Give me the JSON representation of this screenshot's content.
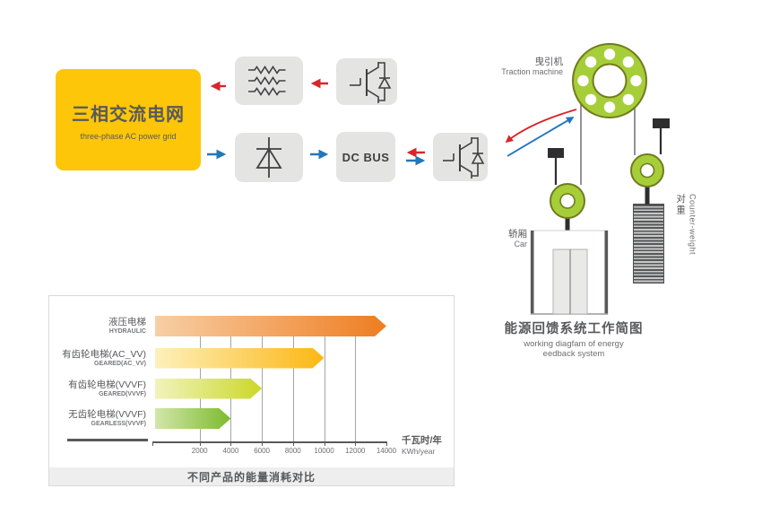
{
  "diagram": {
    "grid_box": {
      "title": "三相交流电网",
      "subtitle": "three-phase AC power grid"
    },
    "dc_bus": {
      "label": "DC BUS"
    },
    "traction": {
      "zh": "曳引机",
      "en": "Traction machine"
    },
    "car": {
      "zh": "轿厢",
      "en": "Car"
    },
    "counterweight": {
      "zh": "对重",
      "en": "Counter-weight"
    },
    "caption": {
      "zh": "能源回馈系统工作简图",
      "en1": "working diagfam of energy",
      "en2": "eedback system"
    },
    "icons": [
      "resistor-bank-icon",
      "igbt-icon",
      "diode-icon",
      "igbt-icon",
      "traction-wheel",
      "car-pulley",
      "counterweight-pulley",
      "rope-anchor"
    ],
    "colors": {
      "grid_yellow": "#fdc608",
      "box_gray": "#e4e4e3",
      "arrow_red": "#d8262c",
      "arrow_blue": "#2276bc",
      "pulley_green": "#a6ce39",
      "pulley_outline": "#727b1d",
      "symbol_dark": "#414042"
    }
  },
  "chart_data": {
    "type": "bar",
    "orientation": "horizontal",
    "title": "不同产品的能量消耗对比",
    "categories": [
      "液压电梯",
      "有齿轮电梯(AC_VV)",
      "有齿轮电梯(VVVF)",
      "无齿轮电梯(VVVF)"
    ],
    "categories_en": [
      "HYDRAULIC",
      "GEARED(AC_VV)",
      "GEARED(VVVF)",
      "GEARLESS(VVVF)"
    ],
    "values": [
      14000,
      10000,
      6000,
      4000
    ],
    "unit_zh": "千瓦时/年",
    "unit_en": "KWh/year",
    "x_ticks": [
      2000,
      4000,
      6000,
      8000,
      10000,
      12000,
      14000
    ],
    "xlim": [
      0,
      14000
    ],
    "grid": true,
    "legend_position": "none",
    "bar_colors": [
      [
        "#f7cfa5",
        "#ee7d21"
      ],
      [
        "#fdf0bc",
        "#fcb713"
      ],
      [
        "#f1f3bd",
        "#cbd829"
      ],
      [
        "#d3e6a9",
        "#7cbb2f"
      ]
    ]
  }
}
